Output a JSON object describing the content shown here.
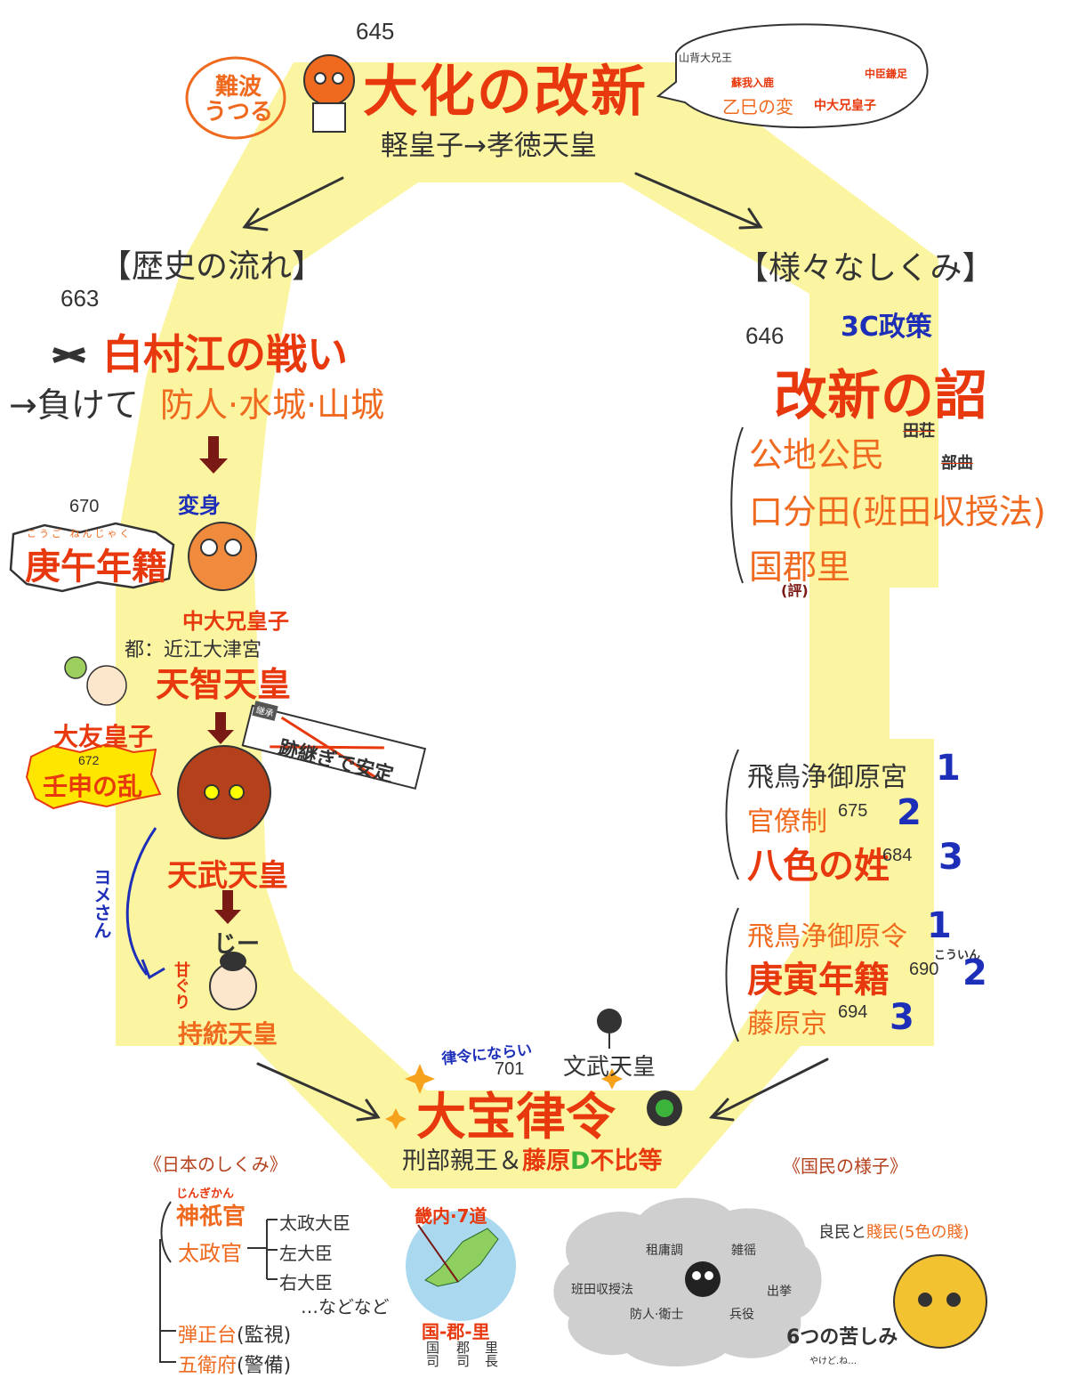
{
  "top": {
    "year": "645",
    "title": "大化の改新",
    "subtitle": "軽皇子→孝徳天皇",
    "naniwa": "難波 うつる",
    "bubble_label1": "山背大兄王",
    "bubble_label2": "乙巳の変",
    "bubble_label3": "中大兄皇子",
    "bubble_label4": "中臣鎌足",
    "bubble_label5": "蘇我入鹿"
  },
  "left": {
    "header": "【歴史の流れ】",
    "year1": "663",
    "battle": "白村江の戦い",
    "result_prefix": "→負けて",
    "result_items": "防人·水城·山城",
    "year2": "670",
    "koin": "庚午年籍",
    "koin_ruby": "こうご ねんじゃく",
    "henshin": "変身",
    "naka": "中大兄皇子",
    "capital": "都：近江大津宮",
    "tenji": "天智天皇",
    "otomo": "大友皇子",
    "year3": "672",
    "jinshin": "壬申の乱",
    "succession_tag": "継承",
    "succession_text": "跡継ぎで安定",
    "tenmu": "天武天皇",
    "yome": "ヨメさん",
    "jii": "じー",
    "amaguri": "甘ぐり",
    "jito": "持統天皇"
  },
  "right": {
    "header": "【様々なしくみ】",
    "year1": "646",
    "three_c": "3C政策",
    "edict": "改新の詔",
    "item1": "公地公民",
    "item1_note1": "田荘",
    "item1_note2": "部曲",
    "item2": "口分田(班田収授法)",
    "item3": "国郡里",
    "item3_note": "(評)",
    "group2": [
      {
        "text": "飛鳥浄御原宮",
        "year": "",
        "mark": "1"
      },
      {
        "text": "官僚制",
        "year": "675",
        "mark": "2"
      },
      {
        "text": "八色の姓",
        "year": "684",
        "mark": "3"
      }
    ],
    "group3": [
      {
        "text": "飛鳥浄御原令",
        "year": "",
        "mark": "1"
      },
      {
        "text": "庚寅年籍",
        "year": "690",
        "mark": "2"
      },
      {
        "text": "藤原京",
        "year": "694",
        "mark": "3"
      }
    ],
    "kouin_ruby": "こういん"
  },
  "bottom": {
    "note": "律令にならい",
    "year": "701",
    "emperor": "文武天皇",
    "title": "大宝律令",
    "authors_a": "刑部親王＆",
    "authors_b": "藤原",
    "authors_c": "D",
    "authors_d": "不比等"
  },
  "japan_system": {
    "header": "《日本のしくみ》",
    "jingikan_ruby": "じんぎかん",
    "jingikan": "神祇官",
    "daijokan": "太政官",
    "ministers": [
      "太政大臣",
      "左大臣",
      "右大臣"
    ],
    "etc": "…などなど",
    "danjo": "弾正台",
    "danjo_note": "(監視)",
    "goe": "五衛府",
    "goe_note": "(警備)",
    "kinai": "畿内·7道",
    "kokugunri": "国-郡-里",
    "officials": [
      "国司",
      "郡司",
      "里長"
    ]
  },
  "people": {
    "header": "《国民の様子》",
    "ryomin_a": "良民と",
    "ryomin_b": "賤民",
    "ryomin_c": "(5色の賤)",
    "burdens": [
      "租庸調",
      "雑徭",
      "班田収授法",
      "出挙",
      "防人·衛士",
      "兵役"
    ],
    "six": "6つの苦しみ",
    "six_note": "やけど.ね…"
  }
}
